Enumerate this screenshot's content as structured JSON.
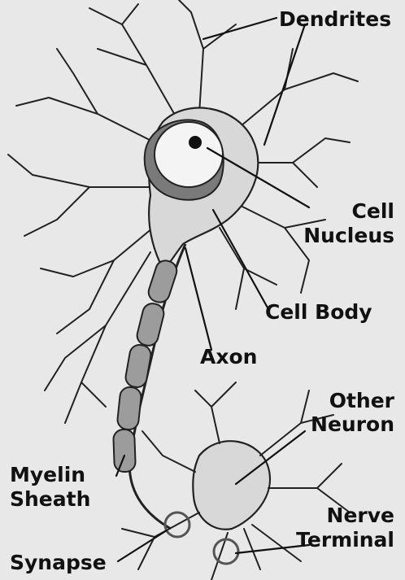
{
  "labels": {
    "dendrites": "Dendrites",
    "cell_nucleus_line1": "Cell",
    "cell_nucleus_line2": "Nucleus",
    "cell_body": "Cell Body",
    "axon": "Axon",
    "other_neuron_line1": "Other",
    "other_neuron_line2": "Neuron",
    "myelin_sheath_line1": "Myelin",
    "myelin_sheath_line2": "Sheath",
    "nerve_terminal_line1": "Nerve",
    "nerve_terminal_line2": "Terminal",
    "synapse": "Synapse"
  },
  "colors": {
    "background": "#e8e8e8",
    "cell_fill": "#d8d8d8",
    "nucleus_fill": "#f4f4f4",
    "myelin_fill": "#9c9c9c",
    "outline": "#222222"
  }
}
